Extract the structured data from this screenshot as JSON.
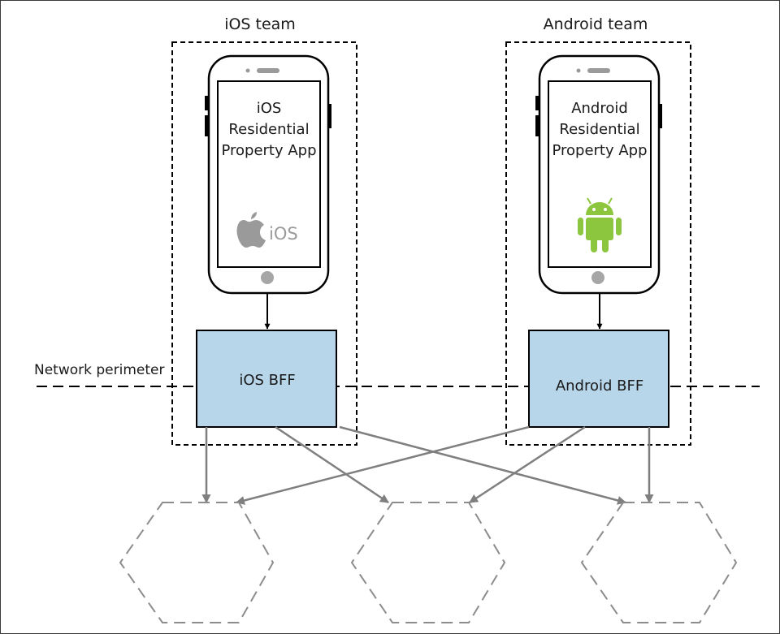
{
  "ios_team": {
    "title": "iOS team",
    "app_lines": [
      "iOS",
      "Residential",
      "Property App"
    ],
    "logo_text": "iOS",
    "bff_label": "iOS BFF"
  },
  "android_team": {
    "title": "Android team",
    "app_lines": [
      "Android",
      "Residential",
      "Property App"
    ],
    "bff_label": "Android BFF"
  },
  "network_perimeter_label": "Network perimeter",
  "colors": {
    "bff_fill": "#b7d6ea",
    "arrow": "#7f7f7f",
    "hexagon": "#8c8c8c",
    "android_green": "#8cc63f",
    "apple_gray": "#9a9a9a"
  }
}
